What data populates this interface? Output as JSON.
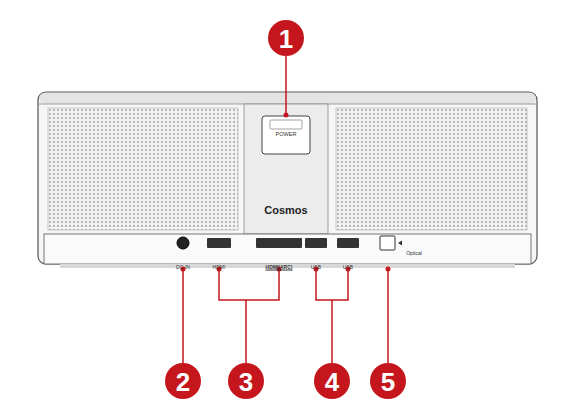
{
  "diagram": {
    "labels": [
      "1",
      "POWER",
      "Cosmos",
      "DC-IN",
      "HDMI",
      "HDMI(ARC)",
      "USB",
      "USB",
      "Optical",
      "2",
      "3",
      "4",
      "5"
    ]
  }
}
